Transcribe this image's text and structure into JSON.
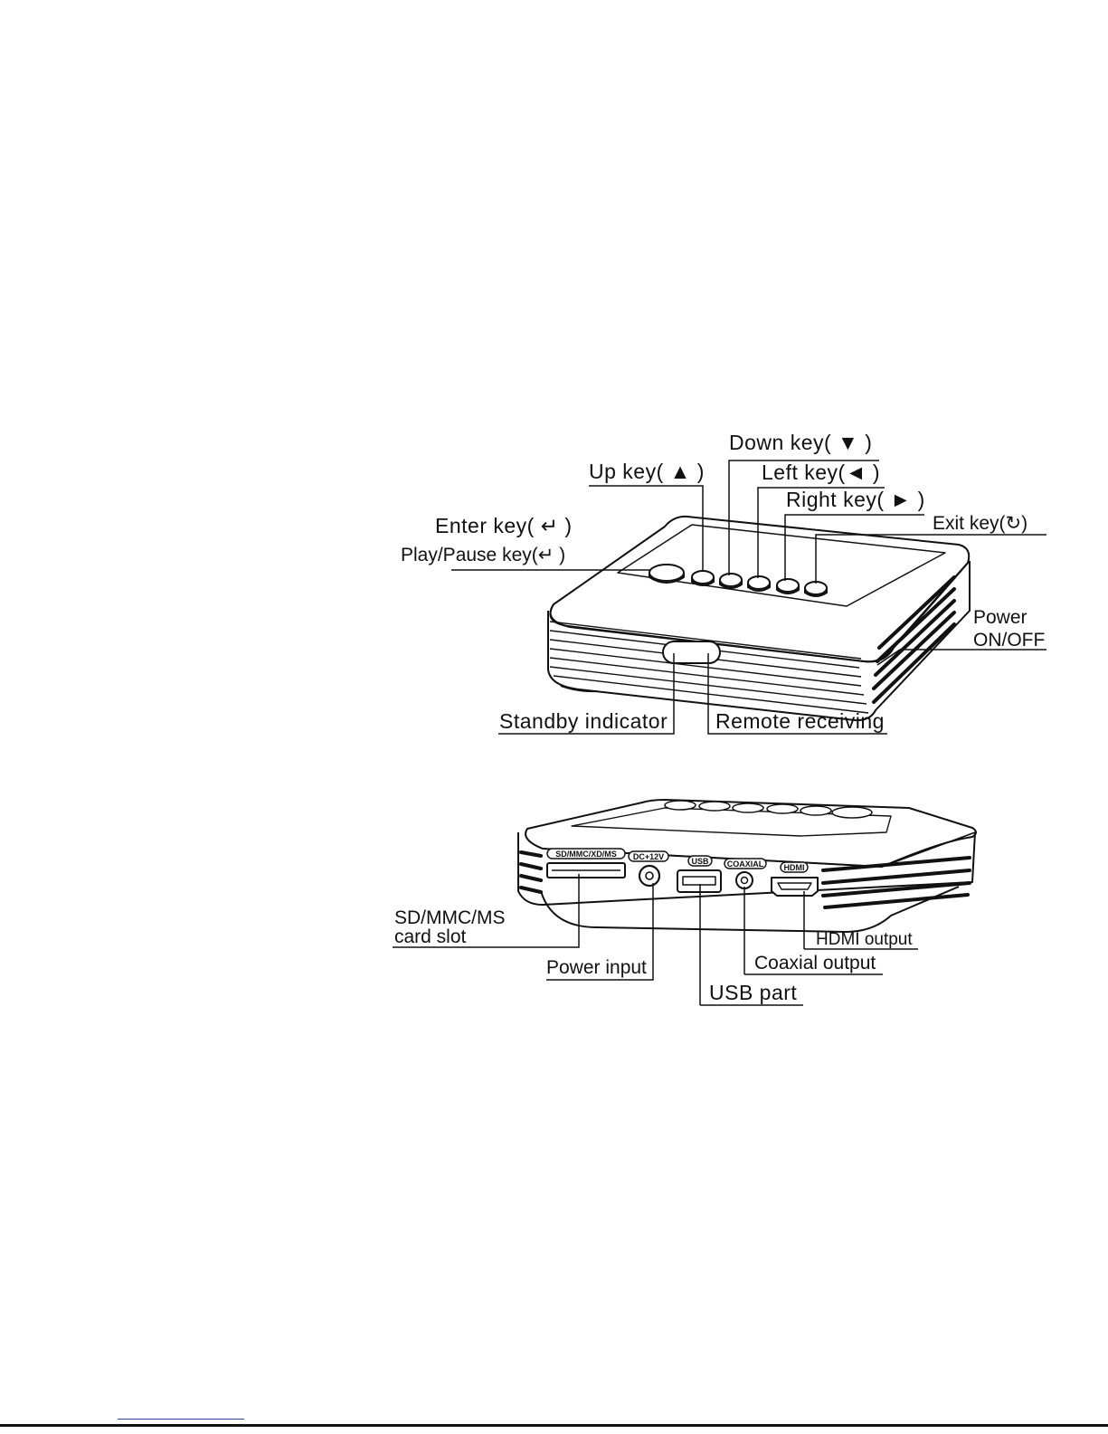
{
  "top_view": {
    "labels": {
      "up_key": "Up key( ▲ )",
      "down_key": "Down key( ▼ )",
      "left_key": "Left key(◄ )",
      "right_key": "Right key( ► )",
      "enter_key": "Enter key( ↵ )",
      "play_pause_key": "Play/Pause key(↵ )",
      "exit_key": "Exit key(↻)",
      "power_line1": "Power",
      "power_line2": "ON/OFF",
      "standby_indicator": "Standby indicator",
      "remote_receiving": "Remote receiving"
    }
  },
  "rear_view": {
    "port_marks": {
      "card": "SD/MMC/XD/MS",
      "dc": "DC+12V",
      "usb": "USB",
      "coaxial": "COAXIAL",
      "hdmi": "HDMI"
    },
    "labels": {
      "card_slot_line1": "SD/MMC/MS",
      "card_slot_line2": "card slot",
      "power_input": "Power input",
      "usb_part": "USB part",
      "coaxial_output": "Coaxial output",
      "hdmi_output": "HDMI output"
    }
  }
}
